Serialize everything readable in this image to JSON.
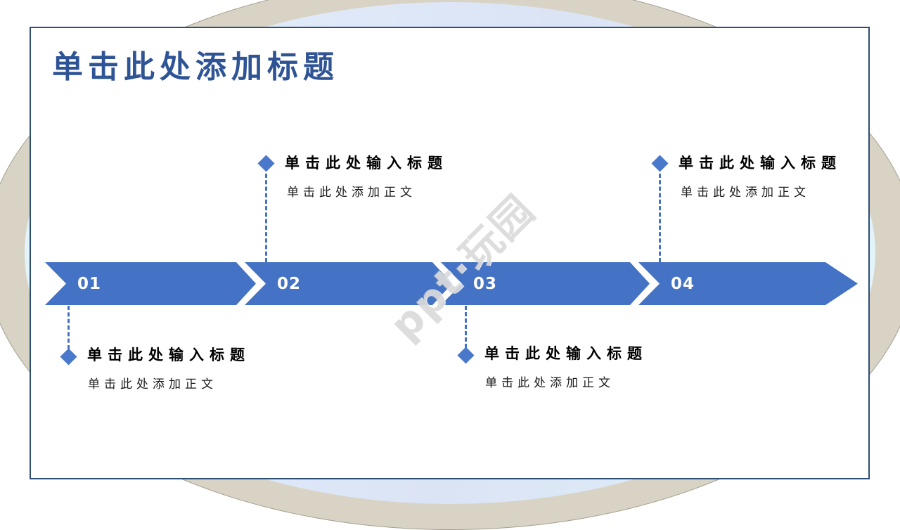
{
  "slide_title": "单击此处添加标题",
  "watermark": "ppt·玩园",
  "steps": [
    {
      "number": "01",
      "title": "单击此处输入标题",
      "body": "单击此处添加正文",
      "callout_position": "below"
    },
    {
      "number": "02",
      "title": "单击此处输入标题",
      "body": "单击此处添加正文",
      "callout_position": "above"
    },
    {
      "number": "03",
      "title": "单击此处输入标题",
      "body": "单击此处添加正文",
      "callout_position": "below"
    },
    {
      "number": "04",
      "title": "单击此处输入标题",
      "body": "单击此处添加正文",
      "callout_position": "above"
    }
  ],
  "colors": {
    "accent_blue": "#4472C4",
    "title_text": "#2F5496",
    "slide_border": "#2C4E77",
    "ellipse_ring": "#D8D3C5",
    "ellipse_fill": "#DDE8F7",
    "callout_text": "#000000"
  }
}
